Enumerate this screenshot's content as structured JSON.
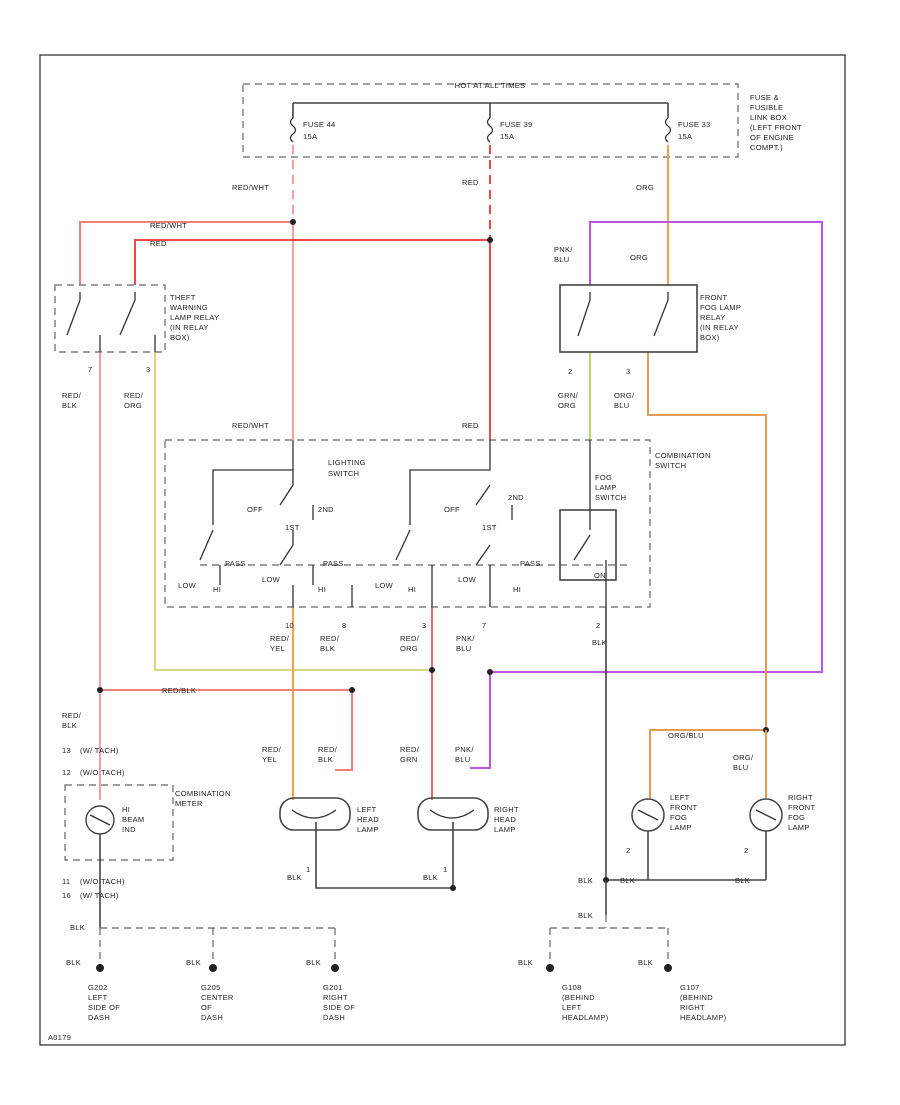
{
  "colors": {
    "red_wht": "#f3a0a0",
    "red": "#f04848",
    "org": "#f0a050",
    "pnk_blu": "#bb55dd",
    "grn_org": "#b6d86a",
    "red_yel": "#f0a24a",
    "red_grn": "#e86060",
    "blk": "#444444",
    "frame": "#444444"
  },
  "fuse_box": {
    "title": "HOT AT ALL TIMES",
    "location": [
      "FUSE &",
      "FUSIBLE",
      "LINK BOX",
      "(LEFT FRONT",
      "OF ENGINE",
      "COMPT.)"
    ],
    "fuses": [
      {
        "name": "FUSE 44",
        "rating": "15A"
      },
      {
        "name": "FUSE 39",
        "rating": "15A"
      },
      {
        "name": "FUSE 33",
        "rating": "15A"
      }
    ]
  },
  "relays": {
    "theft": [
      "THEFT",
      "WARNING",
      "LAMP RELAY",
      "(IN RELAY",
      "BOX)"
    ],
    "fog": [
      "FRONT",
      "FOG LAMP",
      "RELAY",
      "(IN RELAY",
      "BOX)"
    ]
  },
  "combination_switch": {
    "title": [
      "COMBINATION",
      "SWITCH"
    ],
    "lighting": [
      "LIGHTING",
      "SWITCH"
    ],
    "fog": [
      "FOG",
      "LAMP",
      "SWITCH"
    ],
    "pos_off": "OFF",
    "pos_1st": "1ST",
    "pos_2nd": "2ND",
    "pass": "PASS",
    "low": "LOW",
    "hi": "HI",
    "on": "ON"
  },
  "wires": {
    "red_wht": "RED/WHT",
    "red": "RED",
    "org": "ORG",
    "pnk_blu_a": "PNK/",
    "pnk_blu_b": "BLU",
    "red_blk_a": "RED/",
    "red_blk_b": "BLK",
    "red_org_a": "RED/",
    "red_org_b": "ORG",
    "grn_org_a": "GRN/",
    "grn_org_b": "ORG",
    "org_blu_a": "ORG/",
    "org_blu_b": "BLU",
    "red_yel_a": "RED/",
    "red_yel_b": "YEL",
    "red_grn_a": "RED/",
    "red_grn_b": "GRN",
    "red_blk_full": "RED/BLK",
    "org_blu_full": "ORG/BLU",
    "blk": "BLK"
  },
  "pins": {
    "p7": "7",
    "p3": "3",
    "p2": "2",
    "p10": "10",
    "p8": "8",
    "p13": "13",
    "p12": "12",
    "p11": "11",
    "p16": "16",
    "p1": "1"
  },
  "meter": {
    "tach_13": "(W/ TACH)",
    "notach_12": "(W/O TACH)",
    "name": [
      "COMBINATION",
      "METER"
    ],
    "lamp": [
      "HI",
      "BEAM",
      "IND"
    ],
    "notach_11": "(W/O TACH)",
    "tach_16": "(W/ TACH)"
  },
  "lamps": {
    "left_head": [
      "LEFT",
      "HEAD",
      "LAMP"
    ],
    "right_head": [
      "RIGHT",
      "HEAD",
      "LAMP"
    ],
    "left_fog": [
      "LEFT",
      "FRONT",
      "FOG",
      "LAMP"
    ],
    "right_fog": [
      "RIGHT",
      "FRONT",
      "FOG",
      "LAMP"
    ]
  },
  "grounds": [
    {
      "id": "G202",
      "desc": [
        "LEFT",
        "SIDE OF",
        "DASH"
      ]
    },
    {
      "id": "G205",
      "desc": [
        "CENTER",
        "OF",
        "DASH"
      ]
    },
    {
      "id": "G201",
      "desc": [
        "RIGHT",
        "SIDE OF",
        "DASH"
      ]
    },
    {
      "id": "G108",
      "desc": [
        "(BEHIND",
        "LEFT",
        "HEADLAMP)"
      ]
    },
    {
      "id": "G107",
      "desc": [
        "(BEHIND",
        "RIGHT",
        "HEADLAMP)"
      ]
    }
  ],
  "figure_id": "A0179"
}
